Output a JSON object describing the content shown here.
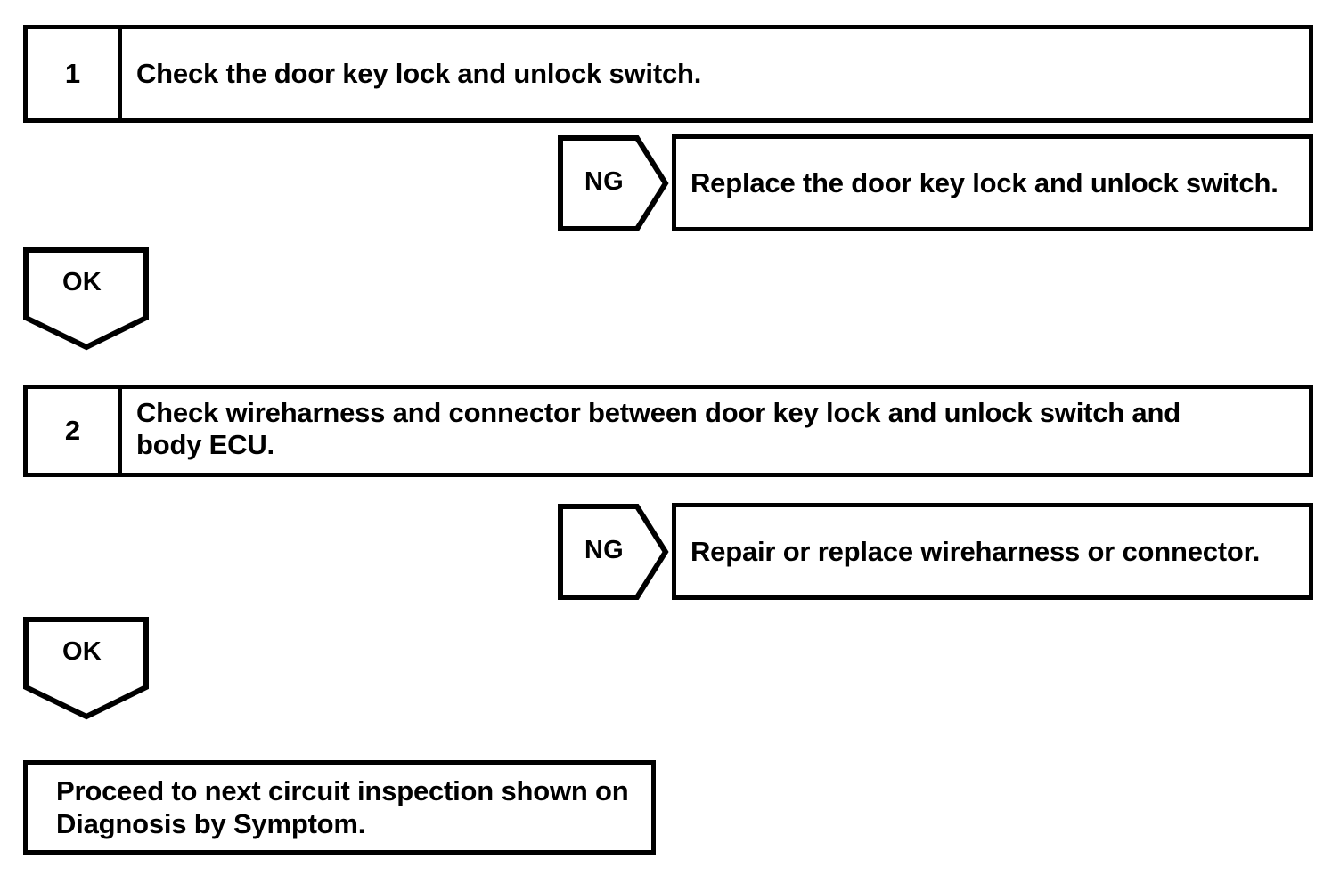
{
  "document": {
    "type": "troubleshooting-flowchart",
    "background_color": "#ffffff",
    "line_color": "#000000"
  },
  "steps": [
    {
      "number": "1",
      "instruction": "Check the door key lock and unlock switch."
    },
    {
      "number": "2",
      "instruction": "Check wireharness and connector between door key lock and unlock switch and\nbody ECU."
    }
  ],
  "branches": [
    {
      "label": "NG",
      "action": "Replace the door key lock and unlock switch."
    },
    {
      "label": "NG",
      "action": "Repair or replace wireharness or connector."
    }
  ],
  "pass_markers": [
    {
      "label": "OK"
    },
    {
      "label": "OK"
    }
  ],
  "terminal": {
    "text": "Proceed to next circuit inspection shown on\nDiagnosis by Symptom."
  }
}
